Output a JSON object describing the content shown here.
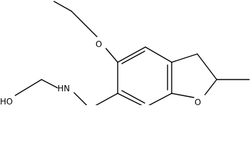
{
  "molecule": {
    "atom_labels": {
      "oxygen_ethoxy": "O",
      "oxygen_ring": "O",
      "amine": "HN",
      "hydroxyl": "HO"
    },
    "colors": {
      "bond": "#000000",
      "label": "#000000",
      "background": "#ffffff"
    }
  }
}
